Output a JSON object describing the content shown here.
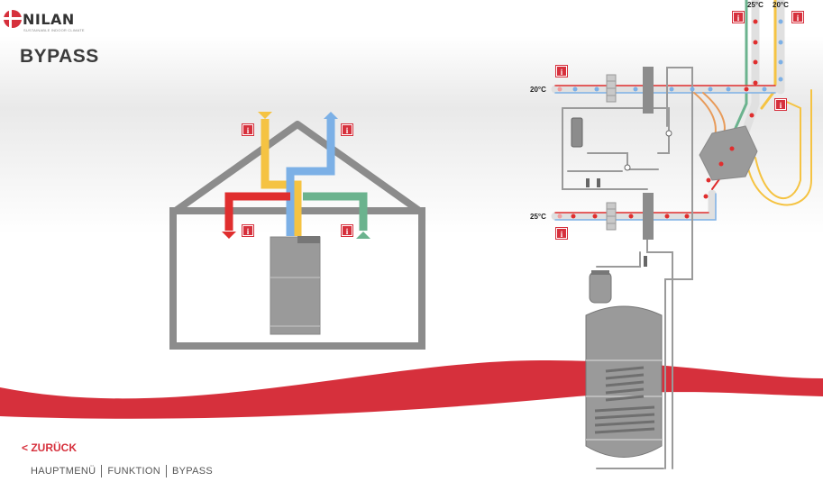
{
  "app": {
    "brand": "NILAN",
    "tagline": "SUSTAINABLE INDOOR CLIMATE"
  },
  "page": {
    "title": "BYPASS"
  },
  "nav": {
    "back_label": "< ZURÜCK",
    "breadcrumb": [
      "HAUPTMENÜ",
      "FUNKTION",
      "BYPASS"
    ]
  },
  "info_buttons": {
    "label": "i"
  },
  "temperatures": {
    "outdoor_in": "20°C",
    "exhaust_out": "25°C",
    "top_left": "25°C",
    "top_right": "20°C"
  },
  "colors": {
    "accent_red": "#d6303c",
    "supply_red": "#e02e2e",
    "extract_yellow": "#f5c342",
    "outdoor_blue": "#7cb0e6",
    "exhaust_green": "#6bb38e",
    "unit_gray": "#9a9a9a",
    "frame_gray": "#8c8c8c"
  }
}
